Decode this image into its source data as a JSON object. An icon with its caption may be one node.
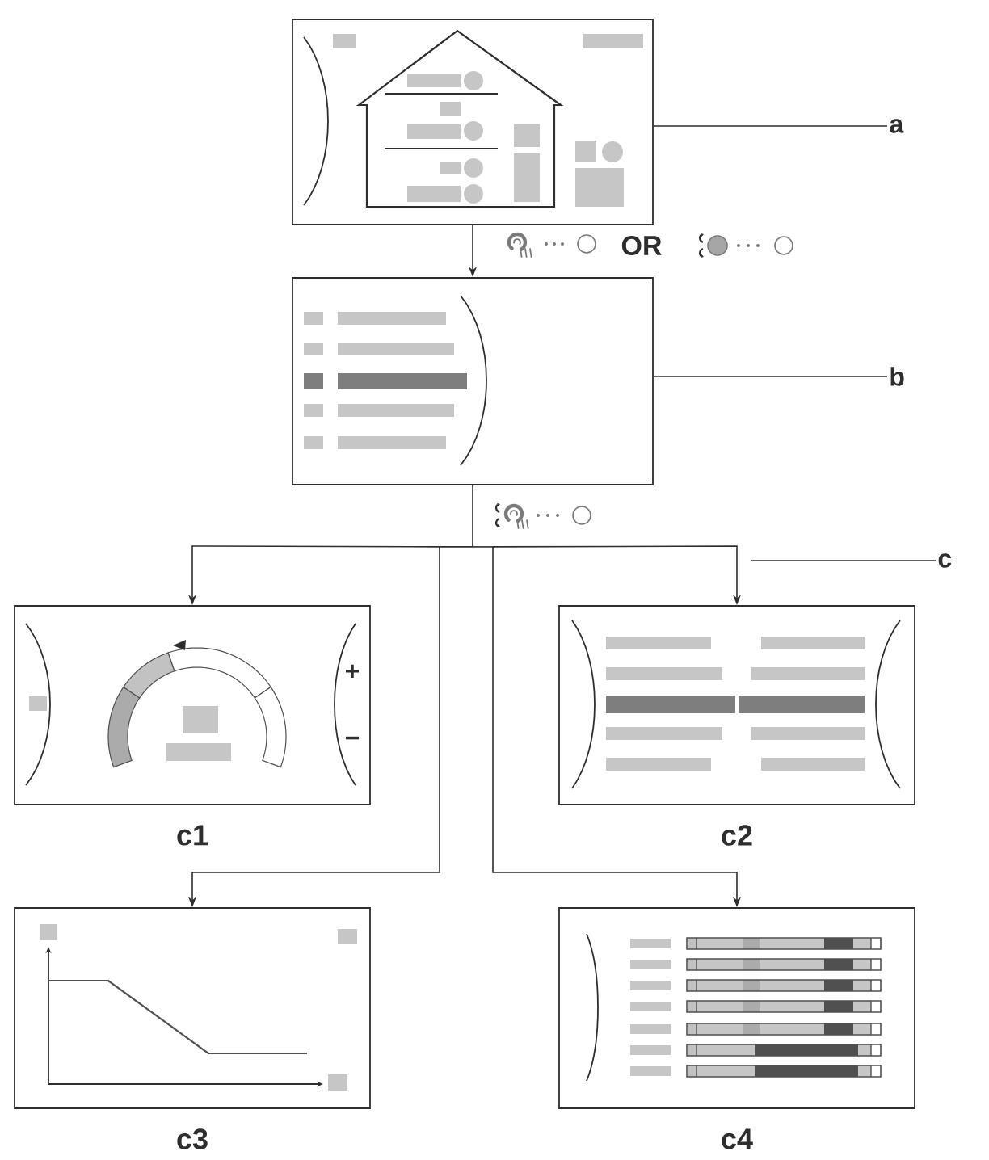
{
  "diagram": {
    "nodes": [
      {
        "text": [],
        "shape": "picture"
      },
      {
        "text": [
          "a"
        ]
      },
      {
        "text": [],
        "shape": "picture"
      },
      {
        "text": [
          "b"
        ]
      },
      {
        "text": [
          "c"
        ]
      },
      {
        "text": [],
        "shape": "picture",
        "beside": [
          "c1"
        ]
      },
      {
        "text": [],
        "shape": "picture",
        "beside": [
          "c2"
        ]
      },
      {
        "text": [],
        "shape": "picture",
        "beside": [
          "c3"
        ]
      },
      {
        "text": [],
        "shape": "picture",
        "beside": [
          "c4"
        ]
      }
    ],
    "edges": [
      {
        "from": 0,
        "to": 2,
        "arrow": "to"
      },
      {
        "from": 1,
        "to": 0,
        "arrow": "none"
      },
      {
        "from": 3,
        "to": 2,
        "arrow": "none"
      },
      {
        "from": 2,
        "to": 5,
        "arrow": "to"
      },
      {
        "from": 2,
        "to": 6,
        "arrow": "to"
      },
      {
        "from": 2,
        "to": 7,
        "arrow": "to"
      },
      {
        "from": 2,
        "to": 8,
        "arrow": "to"
      },
      {
        "from": 4,
        "to": null,
        "arrow": "none"
      }
    ],
    "labels": [
      "OR",
      "+",
      "−"
    ]
  }
}
